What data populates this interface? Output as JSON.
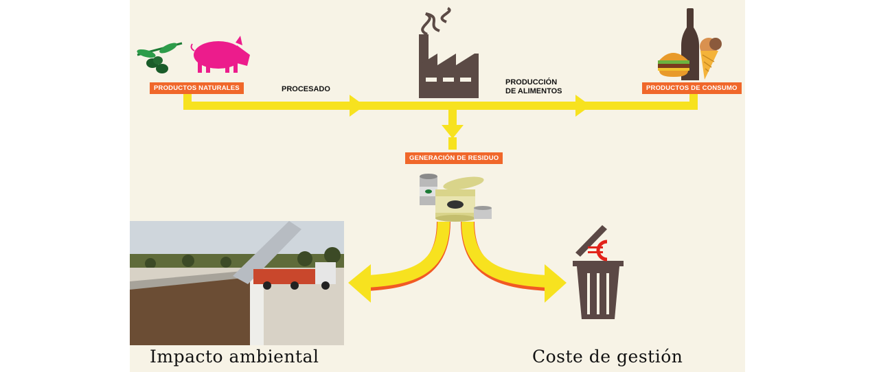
{
  "nodes": {
    "natural": "PRODUCTOS NATURALES",
    "consumer": "PRODUCTOS DE CONSUMO",
    "waste": "GENERACIÓN DE RESIDUO"
  },
  "edges": {
    "processing": "PROCESADO",
    "food_production_line1": "PRODUCCIÓN",
    "food_production_line2": "DE ALIMENTOS"
  },
  "outcomes": {
    "environmental": "Impacto ambiental",
    "management_cost": "Coste de gestión"
  },
  "icons": [
    "olive-branch-icon",
    "pig-icon",
    "factory-icon",
    "bottle-icon",
    "burger-icon",
    "ice-cream-icon",
    "cans-icon",
    "trash-bin-icon",
    "euro-icon"
  ],
  "colors": {
    "arrow": "#f7e21f",
    "tag": "#f0672a",
    "pig": "#ec1c8c",
    "olive": "#1c7a35",
    "factory": "#5b4a45",
    "bin": "#5b4845",
    "euro": "#e2231a"
  }
}
